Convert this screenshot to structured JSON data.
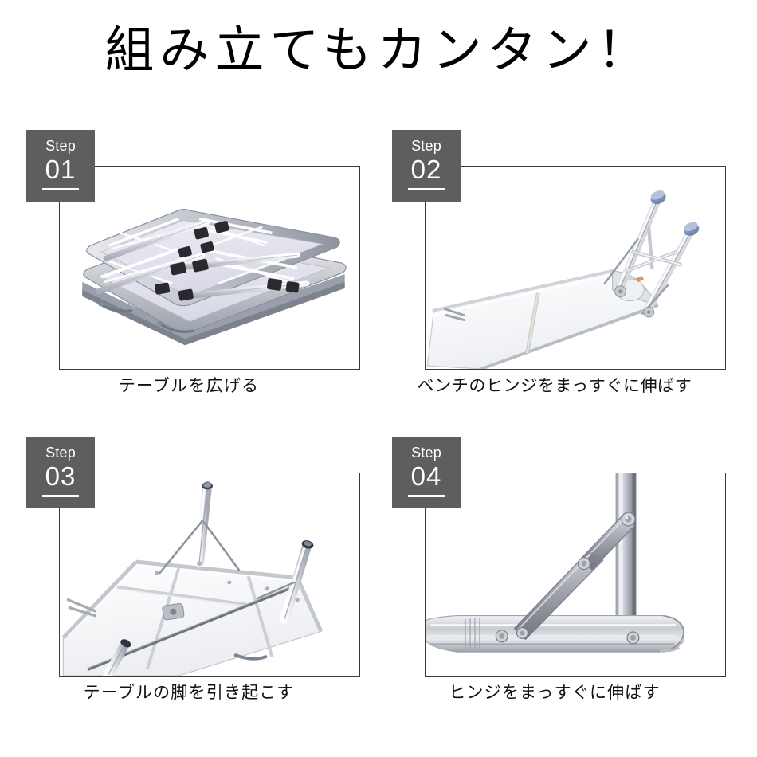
{
  "header": {
    "title": "組み立てもカンタン！"
  },
  "steps": [
    {
      "badge_word": "Step",
      "badge_number": "01",
      "caption": "テーブルを広げる",
      "photo_alt": "folded-table-closed"
    },
    {
      "badge_word": "Step",
      "badge_number": "02",
      "caption": "ベンチのヒンジをまっすぐに伸ばす",
      "photo_alt": "bench-hinge-extending"
    },
    {
      "badge_word": "Step",
      "badge_number": "03",
      "caption": "テーブルの脚を引き起こす",
      "photo_alt": "table-legs-raising"
    },
    {
      "badge_word": "Step",
      "badge_number": "04",
      "caption": "ヒンジをまっすぐに伸ばす",
      "photo_alt": "hinge-straightening-closeup"
    }
  ],
  "colors": {
    "badge_background": "#5e5e5e",
    "badge_text": "#ffffff",
    "frame_border": "#3a3a3a",
    "title_text": "#000000",
    "caption_text": "#111111",
    "page_background": "#ffffff"
  }
}
